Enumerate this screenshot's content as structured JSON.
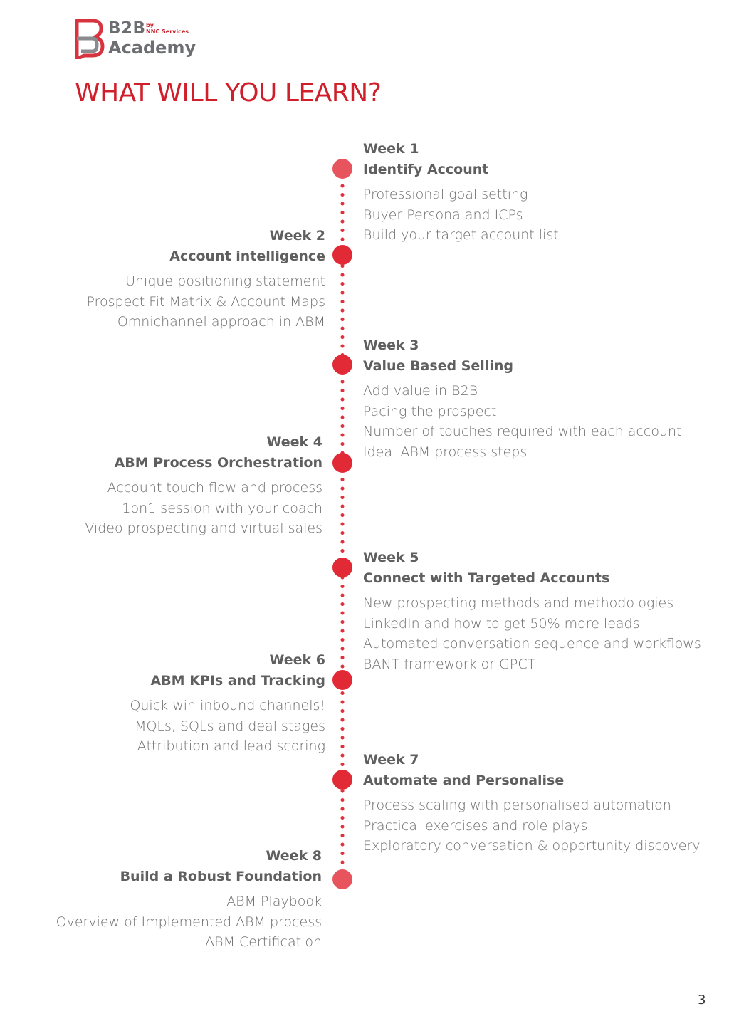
{
  "brand": {
    "logo_line1": "B2B",
    "logo_by": "by",
    "logo_company": "NNC Services",
    "logo_line2": "Academy",
    "accent_color": "#d01f2b",
    "node_color": "#e12a36",
    "node_light_color": "#e8545e"
  },
  "page_title": "WHAT WILL YOU LEARN?",
  "weeks": [
    {
      "week": "Week 1",
      "title": "Identify Account",
      "items": [
        "Professional goal setting",
        "Buyer Persona and ICPs",
        "Build your target account list"
      ]
    },
    {
      "week": "Week 2",
      "title": "Account intelligence",
      "items": [
        "Unique positioning statement",
        "Prospect Fit Matrix & Account Maps",
        "Omnichannel approach in ABM"
      ]
    },
    {
      "week": "Week 3",
      "title": "Value Based Selling",
      "items": [
        "Add value in B2B",
        "Pacing the prospect",
        "Number of touches required with each account",
        "Ideal ABM process steps"
      ]
    },
    {
      "week": "Week 4",
      "title": "ABM Process Orchestration",
      "items": [
        "Account touch flow and process",
        "1on1 session with your coach",
        "Video prospecting and virtual sales"
      ]
    },
    {
      "week": "Week 5",
      "title": "Connect with Targeted Accounts",
      "items": [
        "New prospecting methods and methodologies",
        "LinkedIn and how to get 50% more leads",
        "Automated conversation sequence and workflows",
        "BANT framework or GPCT"
      ]
    },
    {
      "week": "Week 6",
      "title": "ABM KPIs and Tracking",
      "items": [
        "Quick win inbound channels!",
        "MQLs, SQLs and deal stages",
        "Attribution and lead scoring"
      ]
    },
    {
      "week": "Week 7",
      "title": "Automate and Personalise",
      "items": [
        "Process scaling with  personalised automation",
        "Practical exercises and role plays",
        "Exploratory conversation & opportunity discovery"
      ]
    },
    {
      "week": "Week 8",
      "title": "Build a Robust Foundation",
      "items": [
        "ABM Playbook",
        "Overview of Implemented  ABM process",
        "ABM Certification"
      ]
    }
  ],
  "page_number": "3"
}
